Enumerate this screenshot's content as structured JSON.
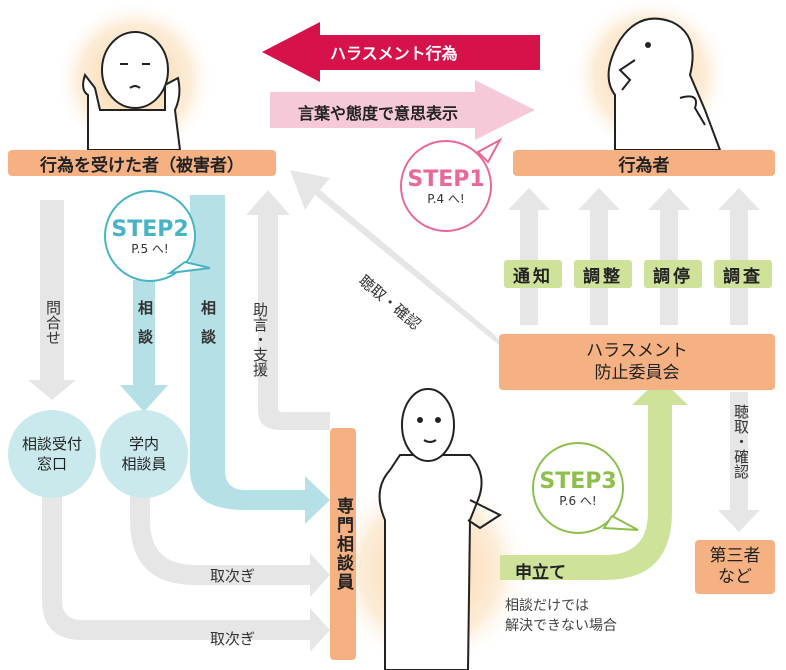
{
  "arrows": {
    "harassment_act": "ハラスメント行為",
    "express_intent": "言葉や態度で意思表示"
  },
  "nodes": {
    "victim": "行為を受けた者（被害者）",
    "perpetrator": "行為者",
    "committee_line1": "ハラスメント",
    "committee_line2": "防止委員会",
    "specialist": "専門相談員",
    "reception_line1": "相談受付",
    "reception_line2": "窓口",
    "campus_line1": "学内",
    "campus_line2": "相談員",
    "third_party_line1": "第三者",
    "third_party_line2": "など",
    "appeal": "申立て"
  },
  "actions": [
    "通知",
    "調整",
    "調停",
    "調査"
  ],
  "steps": {
    "step1": {
      "label": "STEP1",
      "ref": "P.4 へ!",
      "color": "#e9679a"
    },
    "step2": {
      "label": "STEP2",
      "ref": "P.5 へ!",
      "color": "#48b3c4"
    },
    "step3": {
      "label": "STEP3",
      "ref": "P.6 へ!",
      "color": "#8cc04b"
    }
  },
  "labels": {
    "inquiry": "問合せ",
    "consult": "相談",
    "advice": "助言・支援",
    "hearing_diag": "聴取・確認",
    "hearing_vert": "聴取・確認",
    "relay": "取次ぎ",
    "cannot_resolve_line1": "相談だけでは",
    "cannot_resolve_line2": "解決できない場合"
  },
  "colors": {
    "red_arrow": "#d6124a",
    "pink_arrow": "#f5c9d8",
    "orange_box": "#f6b182",
    "green_box": "#cfe29a",
    "blue_flow": "#b5e0e5",
    "gray_flow": "#e6e6e6"
  }
}
